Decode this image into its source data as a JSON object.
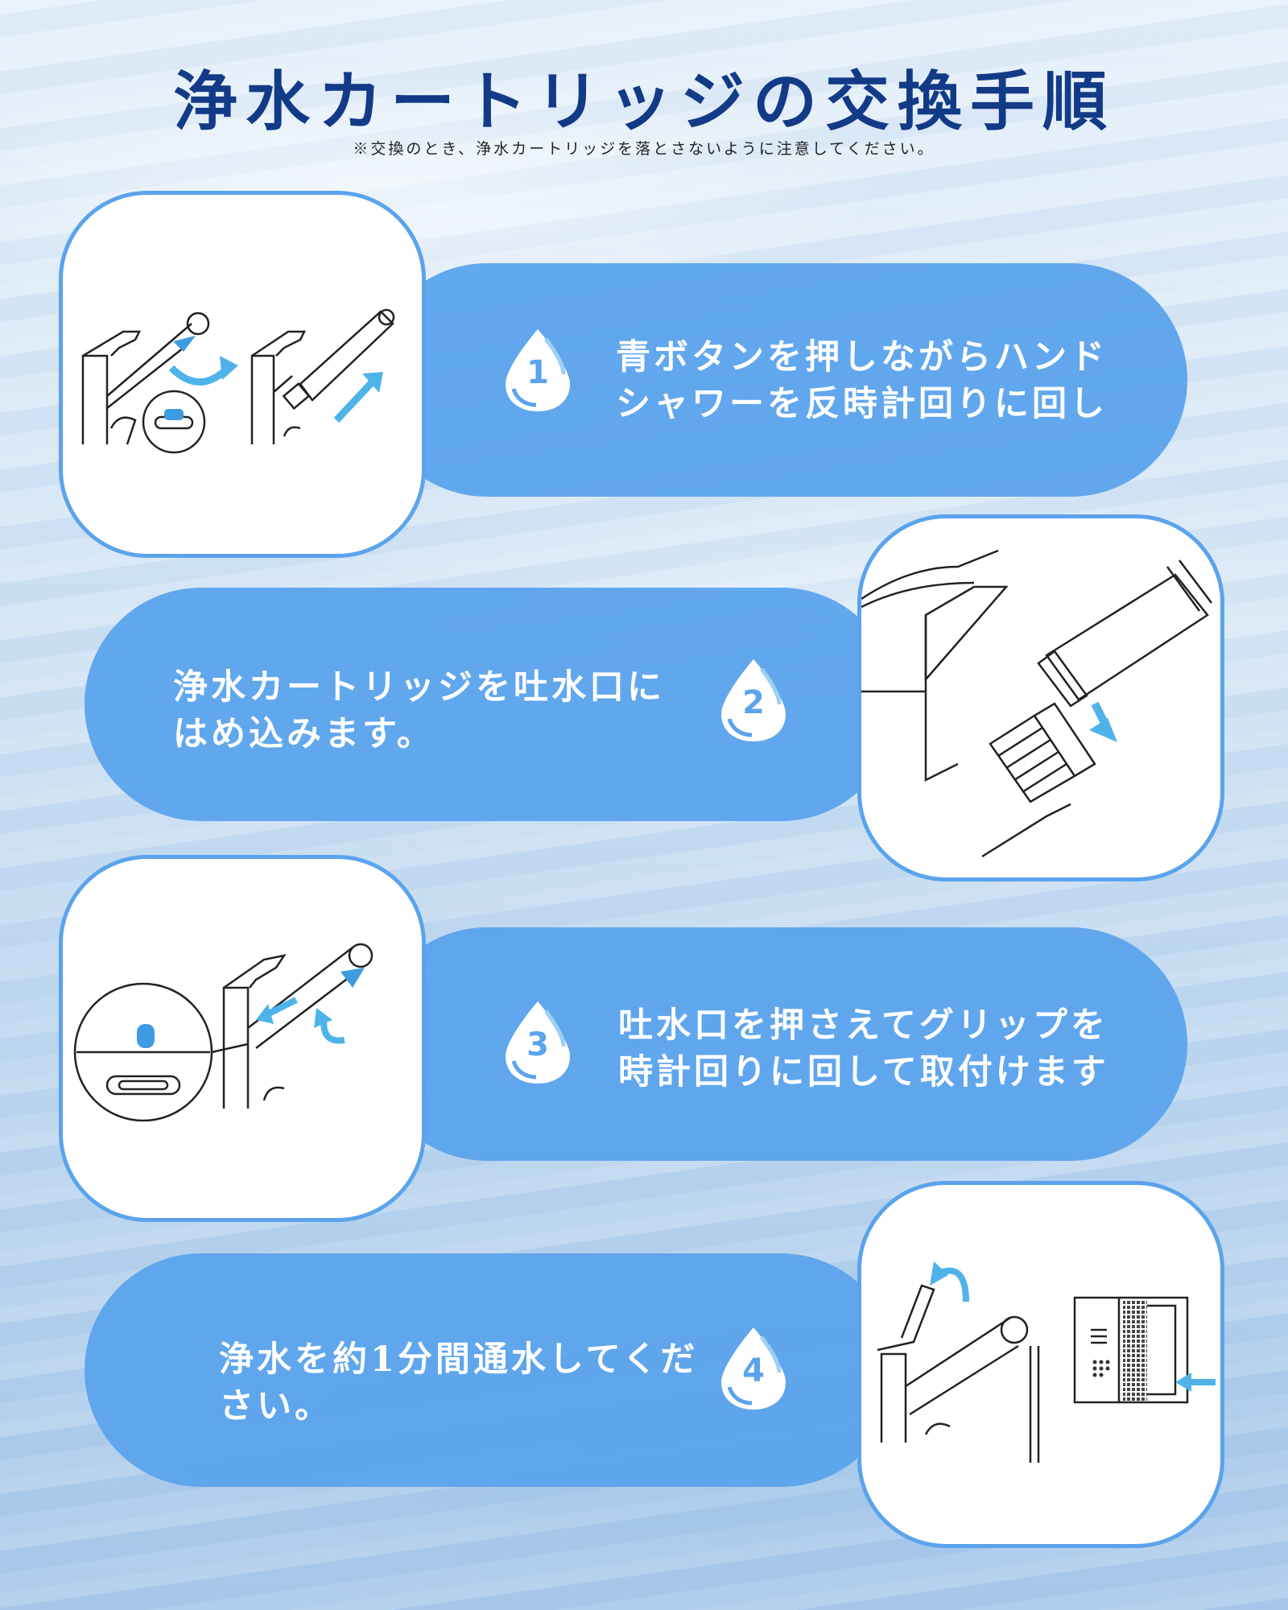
{
  "header": {
    "title": "浄水カートリッジの交換手順",
    "note": "※交換のとき、浄水カートリッジを落とさないように注意してください。"
  },
  "colors": {
    "accent": "#5ba3ec",
    "title": "#123a87",
    "arrow": "#4fb3ea"
  },
  "steps": [
    {
      "number": "1",
      "lines": [
        "青ボタンを押しながらハンド",
        "シャワーを反時計回りに回し"
      ],
      "image": "faucet-remove-shower-illustration"
    },
    {
      "number": "2",
      "lines": [
        "浄水カートリッジを吐水口に",
        "はめ込みます。"
      ],
      "image": "cartridge-insert-illustration"
    },
    {
      "number": "3",
      "lines": [
        "吐水口を押さえてグリップを",
        "時計回りに回して取付けます"
      ],
      "image": "faucet-attach-shower-illustration"
    },
    {
      "number": "4",
      "lines": [
        "浄水を約1分間通水してくだ",
        "さい。"
      ],
      "image": "faucet-run-water-illustration"
    }
  ],
  "icons": {
    "drop": "water-drop-icon",
    "arrow": "blue-arrow-icon"
  }
}
